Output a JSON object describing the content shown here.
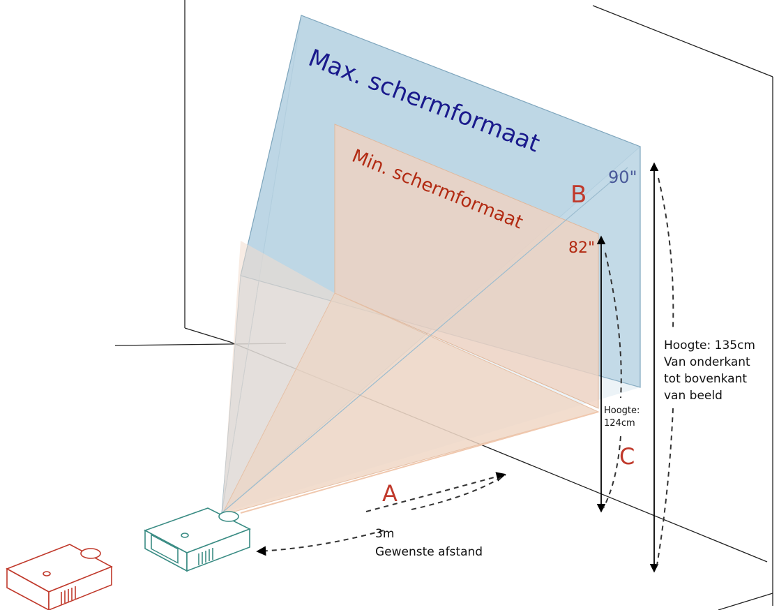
{
  "labels": {
    "max_screen": "Max. schermformaat",
    "min_screen": "Min. schermformaat",
    "max_size": "90\"",
    "min_size": "82\"",
    "point_a": "A",
    "point_b": "B",
    "point_c": "C",
    "distance_value": "3m",
    "distance_caption": "Gewenste afstand",
    "height_max_value": "Hoogte: 135cm",
    "height_max_line2": "Van onderkant",
    "height_max_line3": "tot bovenkant",
    "height_max_line4": "van beeld",
    "height_min_line1": "Hoogte:",
    "height_min_line2": "124cm"
  },
  "colors": {
    "max_screen_text": "#1a1a8c",
    "min_screen_text": "#b22a12",
    "max_screen_fill": "#b9d3e3",
    "min_screen_fill": "#f0d2c0",
    "letter_color": "#c0392b",
    "projector_near": "#3a8c84",
    "projector_far": "#c0392b"
  }
}
